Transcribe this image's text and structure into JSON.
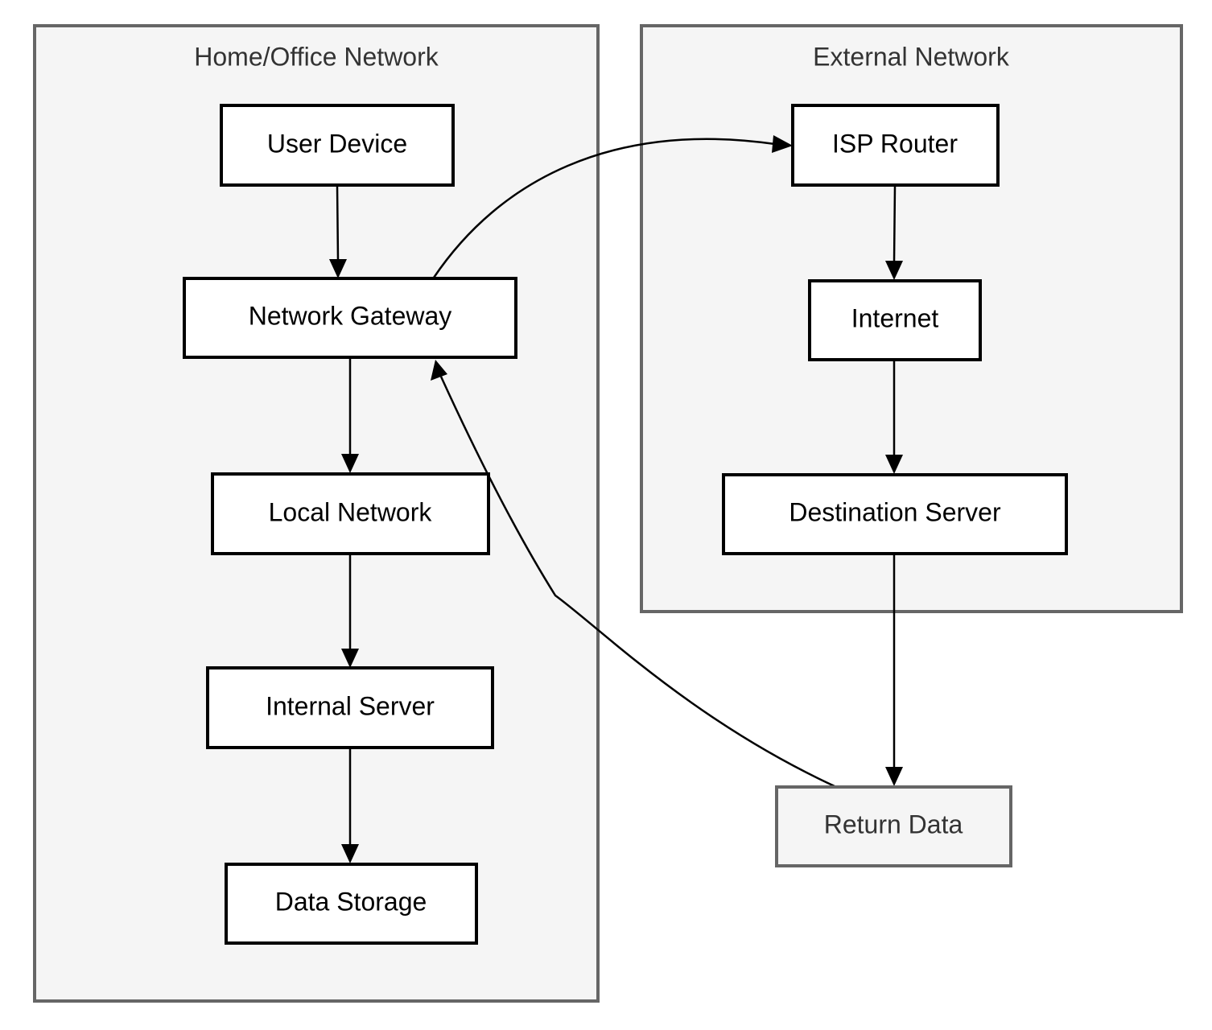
{
  "groups": {
    "home": {
      "label": "Home/Office Network"
    },
    "external": {
      "label": "External Network"
    }
  },
  "nodes": {
    "user_device": {
      "label": "User Device"
    },
    "network_gateway": {
      "label": "Network Gateway"
    },
    "local_network": {
      "label": "Local Network"
    },
    "internal_server": {
      "label": "Internal Server"
    },
    "data_storage": {
      "label": "Data Storage"
    },
    "isp_router": {
      "label": "ISP Router"
    },
    "internet": {
      "label": "Internet"
    },
    "destination_server": {
      "label": "Destination Server"
    },
    "return_data": {
      "label": "Return Data"
    }
  },
  "edges": [
    {
      "from": "User Device",
      "to": "Network Gateway"
    },
    {
      "from": "Network Gateway",
      "to": "Local Network"
    },
    {
      "from": "Local Network",
      "to": "Internal Server"
    },
    {
      "from": "Internal Server",
      "to": "Data Storage"
    },
    {
      "from": "Network Gateway",
      "to": "ISP Router"
    },
    {
      "from": "ISP Router",
      "to": "Internet"
    },
    {
      "from": "Internet",
      "to": "Destination Server"
    },
    {
      "from": "Destination Server",
      "to": "Return Data"
    },
    {
      "from": "Return Data",
      "to": "Network Gateway"
    }
  ]
}
